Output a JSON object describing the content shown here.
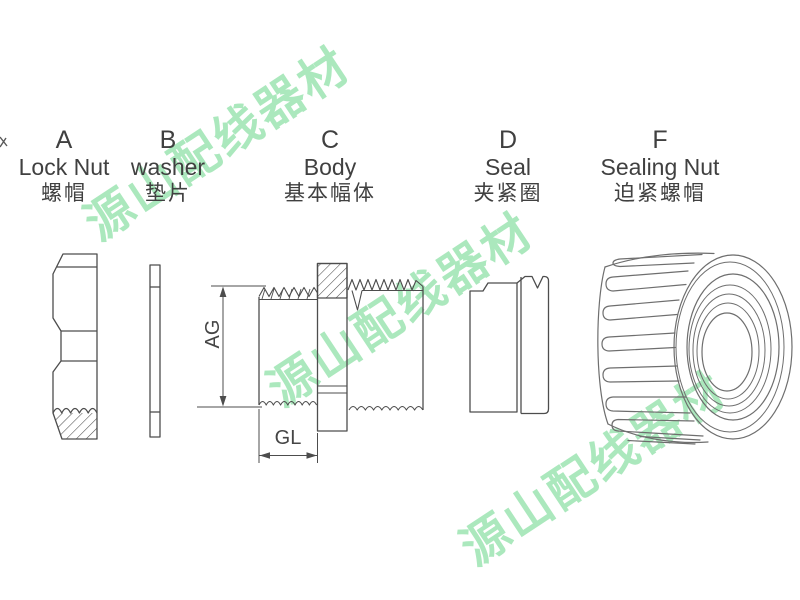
{
  "title": "Cable gland parts diagram",
  "watermark": {
    "text": "源山配线器材",
    "color": "#abe8bd"
  },
  "parts": [
    {
      "letter": "A",
      "en": "Lock Nut",
      "zh": "螺帽"
    },
    {
      "letter": "B",
      "en": "washer",
      "zh": "垫片"
    },
    {
      "letter": "C",
      "en": "Body",
      "zh": "基本幅体"
    },
    {
      "letter": "D",
      "en": "Seal",
      "zh": "夹紧圈"
    },
    {
      "letter": "F",
      "en": "Sealing Nut",
      "zh": "迫紧螺帽"
    }
  ],
  "dimensions": {
    "vertical": "AG",
    "horizontal": "GL"
  },
  "colors": {
    "line": "#4d4d4d",
    "nut_line": "#6e6e6e",
    "label_text": "#404040"
  }
}
